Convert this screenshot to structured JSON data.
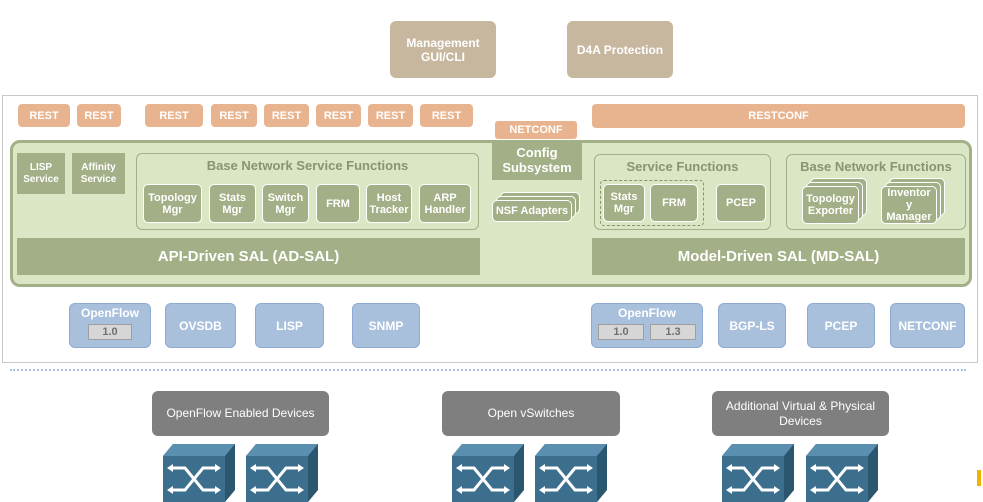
{
  "top_boxes": {
    "management": "Management\nGUI/CLI",
    "d4a": "D4A Protection"
  },
  "rest_label": "REST",
  "netconf_tab": "NETCONF",
  "restconf": "RESTCONF",
  "left_services": {
    "lisp": "LISP\nService",
    "affinity": "Affinity\nService"
  },
  "base_nsf": {
    "title": "Base Network Service Functions",
    "items": [
      "Topology\nMgr",
      "Stats\nMgr",
      "Switch\nMgr",
      "FRM",
      "Host\nTracker",
      "ARP\nHandler"
    ]
  },
  "config": {
    "title": "Config\nSubsystem",
    "nsf": "NSF Adapters"
  },
  "service_functions": {
    "title": "Service Functions",
    "stats": "Stats\nMgr",
    "frm": "FRM",
    "pcep": "PCEP"
  },
  "base_nf": {
    "title": "Base Network Functions",
    "topology": "Topology\nExporter",
    "inventory": "Inventor\ny\nManager"
  },
  "sal": {
    "ad": "API-Driven SAL (AD-SAL)",
    "md": "Model-Driven SAL (MD-SAL)"
  },
  "southbound": {
    "openflow_left": {
      "name": "OpenFlow",
      "versions": [
        "1.0"
      ]
    },
    "ovsdb": "OVSDB",
    "lisp": "LISP",
    "snmp": "SNMP",
    "openflow_right": {
      "name": "OpenFlow",
      "versions": [
        "1.0",
        "1.3"
      ]
    },
    "bgpls": "BGP-LS",
    "pcep": "PCEP",
    "netconf": "NETCONF"
  },
  "devices": [
    "OpenFlow Enabled Devices",
    "Open vSwitches",
    "Additional Virtual & Physical\nDevices"
  ]
}
